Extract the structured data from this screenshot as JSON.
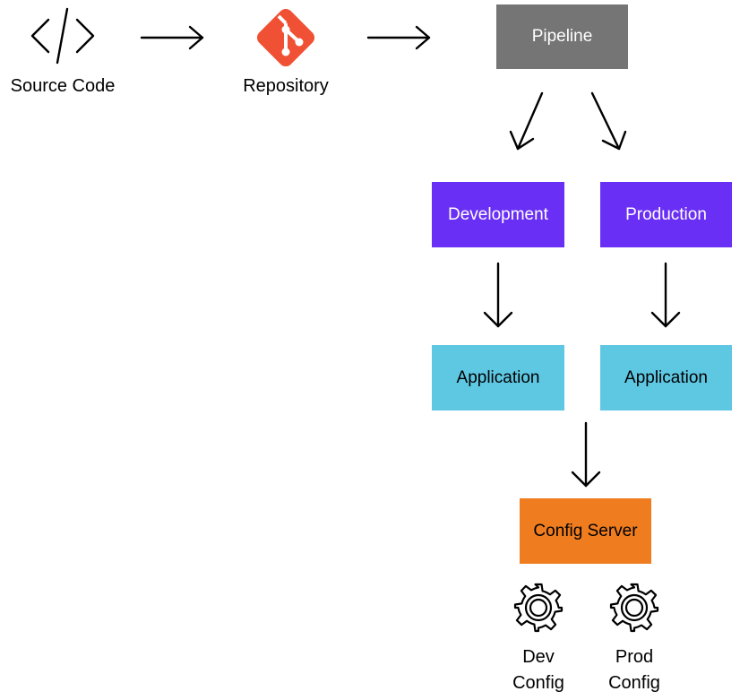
{
  "colors": {
    "pipeline": "#757575",
    "environment": "#6a2ff5",
    "application": "#5ec7e2",
    "config_server": "#ef7d1f",
    "git_logo": "#f05033",
    "line": "#000000"
  },
  "source": {
    "icon": "code-brackets-icon",
    "label": "Source Code"
  },
  "repository": {
    "icon": "git-logo-icon",
    "label": "Repository"
  },
  "pipeline": {
    "label": "Pipeline"
  },
  "environments": {
    "development": {
      "label": "Development"
    },
    "production": {
      "label": "Production"
    }
  },
  "applications": {
    "development": {
      "label": "Application"
    },
    "production": {
      "label": "Application"
    }
  },
  "config_server": {
    "label": "Config Server"
  },
  "configs": {
    "dev": {
      "icon": "gear-icon",
      "line1": "Dev",
      "line2": "Config"
    },
    "prod": {
      "icon": "gear-icon",
      "line1": "Prod",
      "line2": "Config"
    }
  }
}
